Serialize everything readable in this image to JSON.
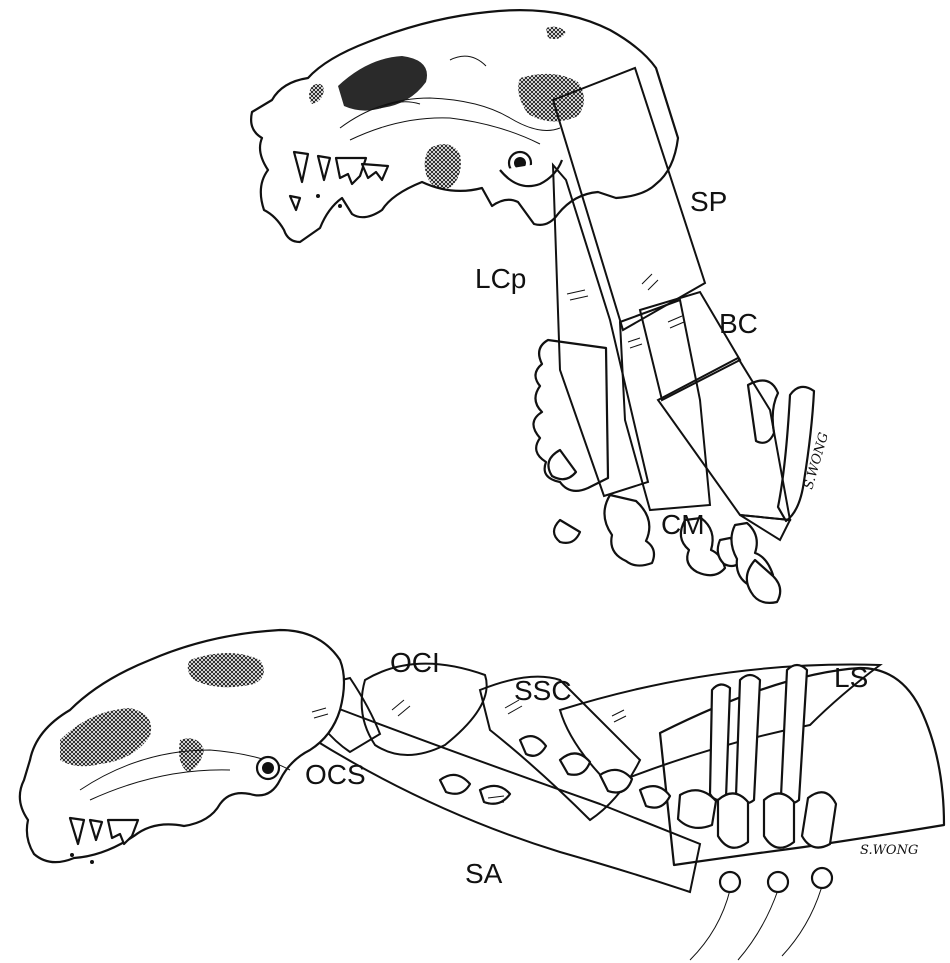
{
  "figure": {
    "upper": {
      "labels": {
        "sp": "SP",
        "lcp": "LCp",
        "bc": "BC",
        "cm": "CM"
      },
      "signature": "S.WONG"
    },
    "lower": {
      "labels": {
        "oci": "OCI",
        "ssc": "SSC",
        "ls": "LS",
        "ocs": "OCS",
        "sa": "SA"
      },
      "signature": "S.WONG"
    }
  },
  "colors": {
    "ink": "#111111",
    "paper": "#ffffff"
  }
}
